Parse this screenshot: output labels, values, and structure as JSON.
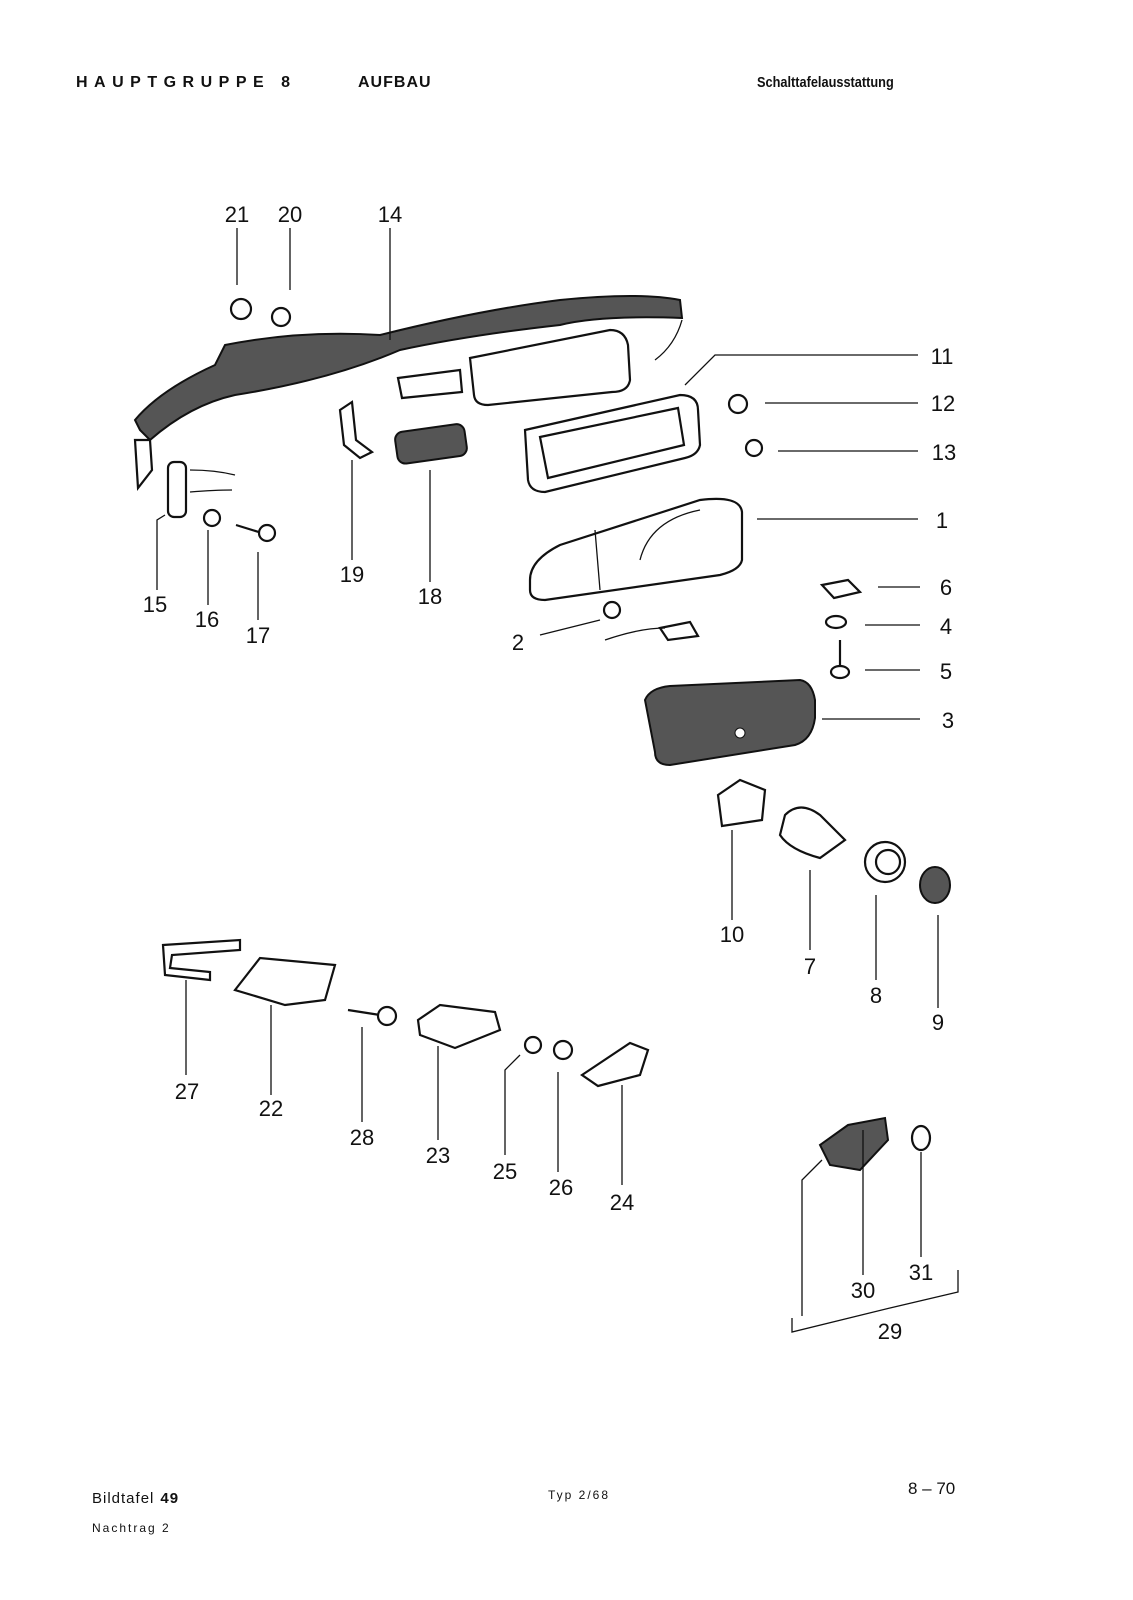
{
  "header": {
    "group": "HAUPTGRUPPE 8",
    "section": "AUFBAU",
    "title": "Schalttafelausstattung"
  },
  "footer": {
    "plate_label": "Bildtafel",
    "plate_number": "49",
    "supplement": "Nachtrag 2",
    "type": "Typ  2/68",
    "page": "8 – 70"
  },
  "callouts": {
    "c1": "1",
    "c2": "2",
    "c3": "3",
    "c4": "4",
    "c5": "5",
    "c6": "6",
    "c7": "7",
    "c8": "8",
    "c9": "9",
    "c10": "10",
    "c11": "11",
    "c12": "12",
    "c13": "13",
    "c14": "14",
    "c15": "15",
    "c16": "16",
    "c17": "17",
    "c18": "18",
    "c19": "19",
    "c20": "20",
    "c21": "21",
    "c22": "22",
    "c23": "23",
    "c24": "24",
    "c25": "25",
    "c26": "26",
    "c27": "27",
    "c28": "28",
    "c29": "29",
    "c30": "30",
    "c31": "31"
  }
}
